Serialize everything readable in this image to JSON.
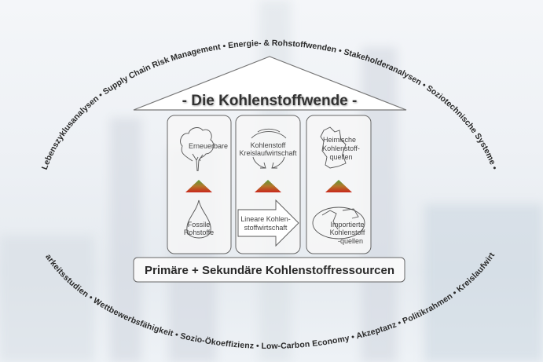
{
  "title": "- Die Kohlenstoffwende -",
  "foundation": "Primäre + Sekundäre Kohlenstoffressourcen",
  "ring_top": "Lebenszyklusanalysen • Supply Chain Risk Management • Energie- & Rohstoffwenden • Stakeholderanalysen • Soziotechnische Systeme •",
  "ring_bottom": "Machbarkeitsstudien • Wettbewerbsfähigkeit • Sozio-Ökoeffizienz • Low-Carbon Economy • Akzeptanz • Politikrahmen • Kreislaufwirtschaft",
  "pillars": [
    {
      "top_icon": "tree-icon",
      "top_lines": [
        "Erneuerbare"
      ],
      "bottom_icon": "drop-icon",
      "bottom_lines": [
        "Fossile",
        "Rohstoffe"
      ]
    },
    {
      "top_icon": "cycle-arrows-icon",
      "top_lines": [
        "Kohlenstoff",
        "Kreislaufwirtschaft"
      ],
      "bottom_icon": "arrow-right-icon",
      "bottom_lines": [
        "Lineare Kohlen-",
        "stoffwirtschaft"
      ]
    },
    {
      "top_icon": "germany-map-icon",
      "top_lines": [
        "Heimische",
        "Kohlenstoff-",
        "quellen"
      ],
      "bottom_icon": "globe-icon",
      "bottom_lines": [
        "Importierte",
        "Kohlenstoff",
        "-quellen"
      ]
    }
  ],
  "colors": {
    "triangle_top": "#5a9a3a",
    "triangle_bottom": "#c8281c"
  }
}
